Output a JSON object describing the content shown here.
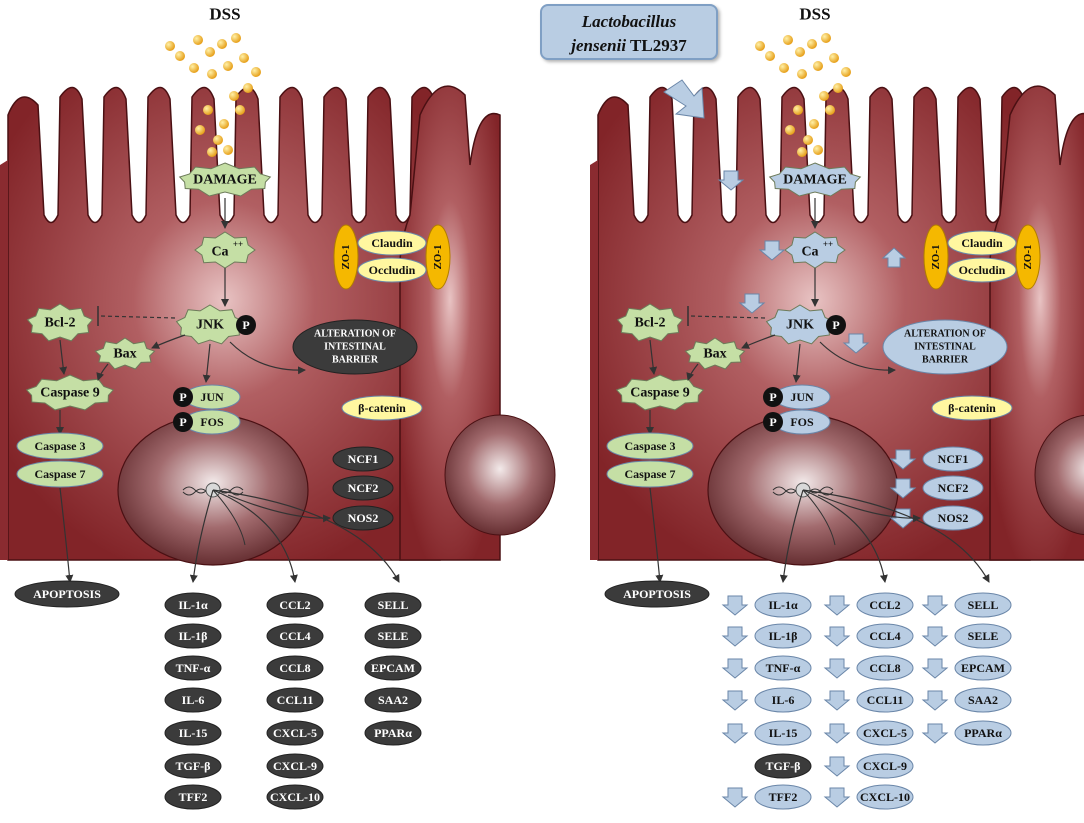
{
  "stimulus_label": "DSS",
  "bacterium": {
    "genus": "Lactobacillus",
    "species": "jensenii",
    "strain": "TL2937"
  },
  "signaling": {
    "damage": "DAMAGE",
    "calcium": "Ca",
    "calcium_superscript": "++",
    "jnk": "JNK",
    "phospho": "P",
    "bcl2": "Bcl-2",
    "bax": "Bax",
    "caspase9": "Caspase 9",
    "caspase3": "Caspase 3",
    "caspase7": "Caspase 7",
    "apoptosis": "APOPTOSIS",
    "jun": "JUN",
    "fos": "FOS",
    "barrier_line1": "ALTERATION OF",
    "barrier_line2": "INTESTINAL",
    "barrier_line3": "BARRIER",
    "beta_catenin": "β-catenin",
    "zo1": "ZO-1",
    "claudin": "Claudin",
    "occludin": "Occludin"
  },
  "side_genes": [
    "NCF1",
    "NCF2",
    "NOS2"
  ],
  "gene_columns": [
    [
      "IL-1α",
      "IL-1β",
      "TNF-α",
      "IL-6",
      "IL-15",
      "TGF-β",
      "TFF2"
    ],
    [
      "CCL2",
      "CCL4",
      "CCL8",
      "CCL11",
      "CXCL-5",
      "CXCL-9",
      "CXCL-10"
    ],
    [
      "SELL",
      "SELE",
      "EPCAM",
      "SAA2",
      "PPARα"
    ]
  ],
  "right_panel_unchanged_genes": [
    "TGF-β"
  ],
  "colors": {
    "cell": "#8a2b30",
    "cell_light": "#b05a5c",
    "green_node": "#c5dfa5",
    "blue_node": "#b9cde3",
    "dark_node": "#3b3b3b",
    "yellow": "#fff7a0",
    "zo1_orange": "#f5b800",
    "dss_dots": "#f3b52a"
  }
}
